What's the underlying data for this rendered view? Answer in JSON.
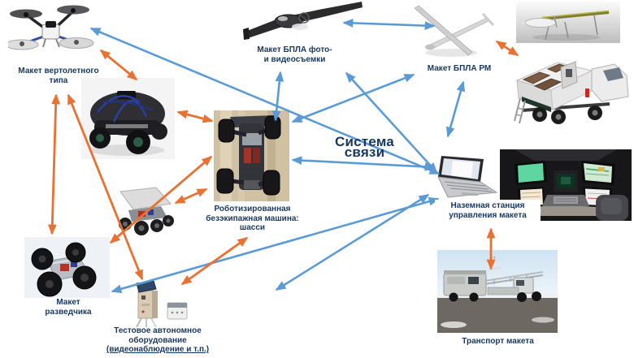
{
  "colors": {
    "arrow_blue": "#5b9bd5",
    "arrow_orange": "#e97132",
    "label_text": "#17375e",
    "background": "#ffffff"
  },
  "nodes": {
    "helicopter_model": {
      "label_line1": "Макет вертолетного",
      "label_line2": "типа"
    },
    "photo_video_uav": {
      "label_line1": "Макет БПЛА фото-",
      "label_line2": "и видеосъемки"
    },
    "rm_uav": {
      "label": "Макет БПЛА РМ"
    },
    "comms_system": {
      "label_line1": "Система",
      "label_line2": "связи"
    },
    "ground_station": {
      "label_line1": "Наземная станция",
      "label_line2": "управления макета"
    },
    "robot_chassis": {
      "label_line1": "Роботизированная",
      "label_line2": "безэкипажная машина:",
      "label_line3": "шасси"
    },
    "scout_model": {
      "label_line1": "Макет",
      "label_line2": "разведчика"
    },
    "test_equipment": {
      "label_line1": "Тестовое автономное",
      "label_line2": "оборудование",
      "label_line3": "(видеонаблюдение и т.п.)"
    },
    "transport": {
      "label": "Транспорт макета"
    }
  },
  "connections": {
    "blue": [
      {
        "from": "ground_station",
        "to": "helicopter_model"
      },
      {
        "from": "photo_video_uav",
        "to": "rm_uav"
      },
      {
        "from": "photo_video_uav",
        "to": "ground_station"
      },
      {
        "from": "rm_uav",
        "to": "ground_station"
      },
      {
        "from": "robot_chassis",
        "to": "ground_station"
      },
      {
        "from": "robot_chassis",
        "to": "rm_uav"
      },
      {
        "from": "robot_chassis",
        "to": "photo_video_uav"
      },
      {
        "from": "ground_station",
        "to": "scout_model"
      },
      {
        "from": "ground_station",
        "to": "test_equipment"
      }
    ],
    "orange": [
      {
        "from": "helicopter_model",
        "to": "dome_robot"
      },
      {
        "from": "helicopter_model",
        "to": "scout_model"
      },
      {
        "from": "helicopter_model",
        "to": "test_equipment"
      },
      {
        "from": "dome_robot",
        "to": "robot_chassis"
      },
      {
        "from": "panel_rover",
        "to": "robot_chassis"
      },
      {
        "from": "robot_chassis",
        "to": "test_equipment"
      },
      {
        "from": "robot_chassis",
        "to": "scout_model"
      },
      {
        "from": "rm_uav",
        "to": "truck_render"
      },
      {
        "from": "ground_station",
        "to": "transport"
      }
    ]
  }
}
